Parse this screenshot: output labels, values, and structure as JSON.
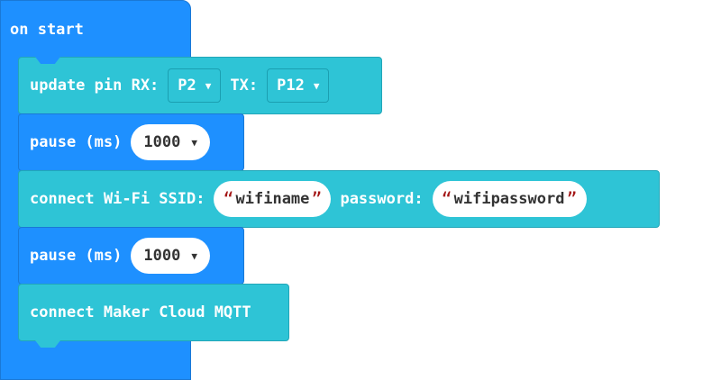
{
  "event": {
    "label": "on start"
  },
  "blocks": {
    "update_pin": {
      "label": "update pin RX:",
      "rx_value": "P2",
      "tx_label": "TX:",
      "tx_value": "P12"
    },
    "pause1": {
      "label": "pause (ms)",
      "value": "1000"
    },
    "wifi": {
      "label": "connect Wi-Fi SSID:",
      "ssid": "wifiname",
      "password_label": "password:",
      "password": "wifipassword"
    },
    "pause2": {
      "label": "pause (ms)",
      "value": "1000"
    },
    "mqtt": {
      "label": "connect Maker Cloud MQTT"
    }
  },
  "quote_open": "“",
  "quote_close": "”",
  "colors": {
    "event_blue": "#1e90ff",
    "teal": "#2ec4d6",
    "string_quote": "#a31515"
  }
}
